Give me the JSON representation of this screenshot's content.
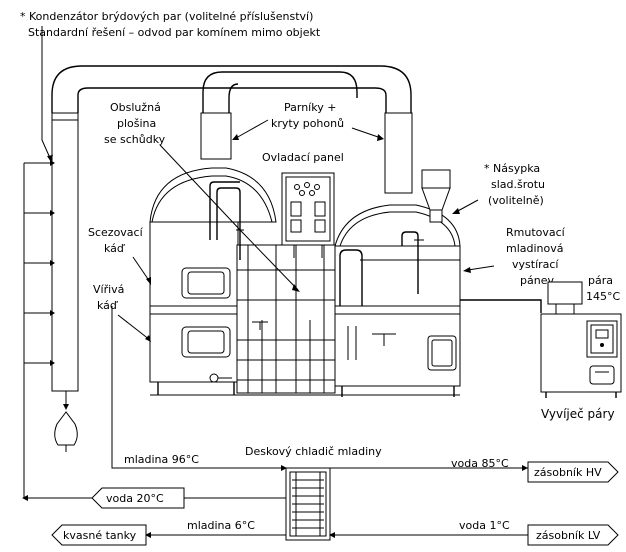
{
  "labels": {
    "condenser_line1": "* Kondenzátor brýdových par (volitelné příslušenství)",
    "condenser_line2": "Standardní řešení – odvod par komínem mimo objekt",
    "platform_line1": "Obslužná",
    "platform_line2": "plošina",
    "platform_line3": "se schůdky",
    "steam_line1": "Parníky +",
    "steam_line2": "kryty pohonů",
    "control_panel": "Ovladací panel",
    "hopper_line1": "* Násypka",
    "hopper_line2": "slad.šrotu",
    "hopper_line3": "(volitelně)",
    "lauter_line1": "Scezovací",
    "lauter_line2": "káď",
    "whirlpool_line1": "Vířivá",
    "whirlpool_line2": "káď",
    "kettle_line1": "Rmutovací",
    "kettle_line2": "mladinová",
    "kettle_line3": "vystírací",
    "kettle_line4": "pánev",
    "steam_temp_line1": "pára",
    "steam_temp_line2": "145°C",
    "steam_generator": "Vyvíječ páry",
    "plate_cooler": "Deskový chladič mladiny",
    "wort_hot": "mladina 96°C",
    "water_85": "voda 85°C",
    "tank_hot": "zásobník HV",
    "water_20": "voda 20°C",
    "wort_cold": "mladina 6°C",
    "fermentation_tanks": "kvasné tanky",
    "water_1": "voda 1°C",
    "tank_cold": "zásobník LV"
  }
}
